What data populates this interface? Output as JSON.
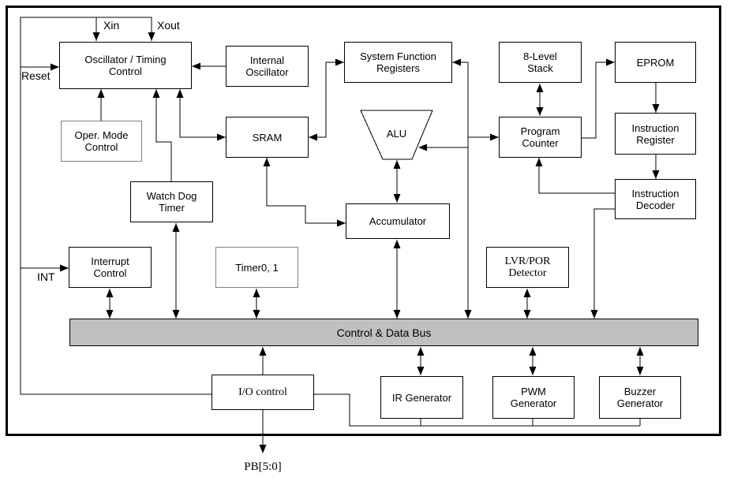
{
  "nodes": {
    "osc_timing": {
      "label": "Oscillator / Timing\nControl"
    },
    "internal_osc": {
      "label": "Internal\nOscillator"
    },
    "sys_func_reg": {
      "label": "System Function\nRegisters"
    },
    "stack": {
      "label": "8-Level\nStack"
    },
    "eprom": {
      "label": "EPROM"
    },
    "oper_mode": {
      "label": "Oper. Mode\nControl"
    },
    "sram": {
      "label": "SRAM"
    },
    "alu": {
      "label": "ALU"
    },
    "program_counter": {
      "label": "Program\nCounter"
    },
    "instr_reg": {
      "label": "Instruction\nRegister"
    },
    "wdt": {
      "label": "Watch Dog\nTimer"
    },
    "accumulator": {
      "label": "Accumulator"
    },
    "instr_decoder": {
      "label": "Instruction\nDecoder"
    },
    "interrupt_ctrl": {
      "label": "Interrupt\nControl"
    },
    "timer01": {
      "label": "Timer0, 1"
    },
    "lvr_por": {
      "label": "LVR/POR\nDetector"
    },
    "io_control": {
      "label": "I/O control"
    },
    "ir_gen": {
      "label": "IR Generator"
    },
    "pwm_gen": {
      "label": "PWM\nGenerator"
    },
    "buzzer_gen": {
      "label": "Buzzer\nGenerator"
    }
  },
  "pins": {
    "xin": "Xin",
    "xout": "Xout",
    "reset": "Reset",
    "int": "INT",
    "pb": "PB[5:0]"
  },
  "bus": {
    "label": "Control & Data Bus",
    "fill": "#c0c0c0"
  },
  "colors": {
    "line": "#000000",
    "box_border": "#000000",
    "background": "#ffffff"
  }
}
